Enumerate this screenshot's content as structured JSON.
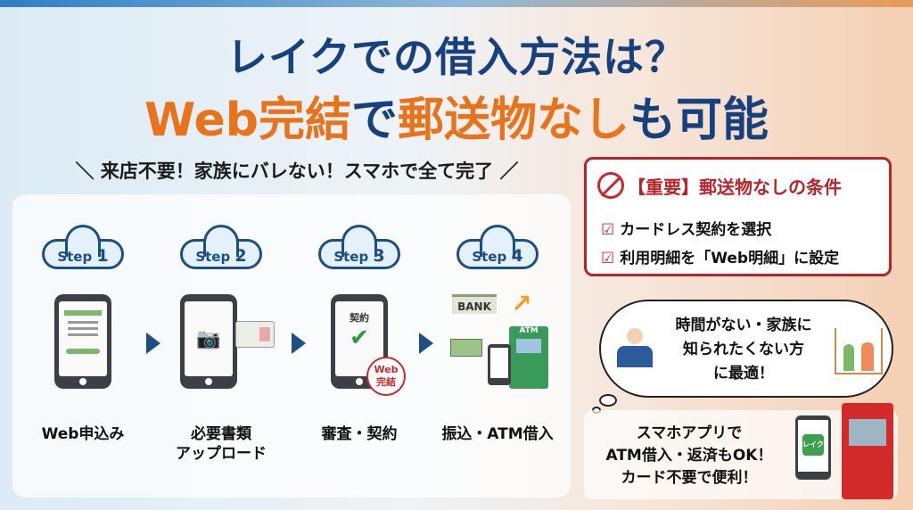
{
  "title": {
    "line1": "レイクでの借入方法は？",
    "line2": {
      "p1": "Web完結",
      "p2": "で",
      "p3": "郵送物なし",
      "p4": "も可能"
    }
  },
  "subtitle": "＼ 来店不要！家族にバレない！スマホで全て完了 ／",
  "steps": [
    {
      "step": "Step",
      "num": "1",
      "label": "Web申込み"
    },
    {
      "step": "Step",
      "num": "2",
      "label": "必要書類\nアップロード",
      "label1": "必要書類",
      "label2": "アップロード"
    },
    {
      "step": "Step",
      "num": "3",
      "label": "審査・契約",
      "screen": "契約",
      "stamp1": "Web",
      "stamp2": "完結"
    },
    {
      "step": "Step",
      "num": "4",
      "label": "振込・ATM借入",
      "bank": "BANK",
      "atm": "ATM"
    }
  ],
  "conditions": {
    "heading": "【重要】郵送物なしの条件",
    "items": [
      "カードレス契約を選択",
      "利用明細を「Web明細」に設定"
    ]
  },
  "bubble": {
    "l1": "時間がない・家族に",
    "l2": "知られたくない方",
    "l3": "に最適！"
  },
  "app": {
    "l1": "スマホアプリで",
    "l2": "ATM借入・返済もOK！",
    "l3": "カード不要で便利！",
    "app_label": "レイク"
  },
  "colors": {
    "navy": "#17407e",
    "orange": "#e8731a",
    "red": "#b8242a"
  }
}
